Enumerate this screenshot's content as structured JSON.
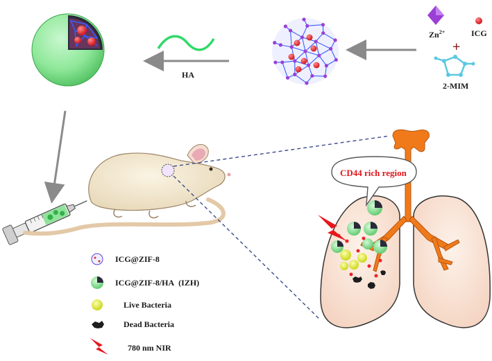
{
  "reagents": {
    "zn_label": "Zn",
    "zn_superscript": "2+",
    "icg_label": "ICG",
    "plus": "+",
    "mim_label": "2-MIM"
  },
  "arrows": {
    "ha_label": "HA"
  },
  "callout": {
    "text": "CD44 rich region"
  },
  "legend": [
    {
      "label": "ICG@ZIF-8",
      "icon": "zif8-nanoparticle-icon"
    },
    {
      "label": "ICG@ZIF-8/HA  (IZH)",
      "icon": "izh-nanoparticle-icon"
    },
    {
      "label": "Live Bacteria",
      "icon": "live-bacteria-icon"
    },
    {
      "label": "Dead Bacteria",
      "icon": "dead-bacteria-icon"
    },
    {
      "label": "780 nm NIR",
      "icon": "laser-bolt-icon"
    }
  ],
  "colors": {
    "ha_coating": "#8fe89a",
    "framework": "#5a3fd6",
    "icg_dot": "#e8252b",
    "zn_crystal": "#9b3fd6",
    "lung_fill": "#fbe9de",
    "trachea": "#f07a1a",
    "bacteria_live": "#e6ef1a",
    "laser": "#e8161c"
  }
}
